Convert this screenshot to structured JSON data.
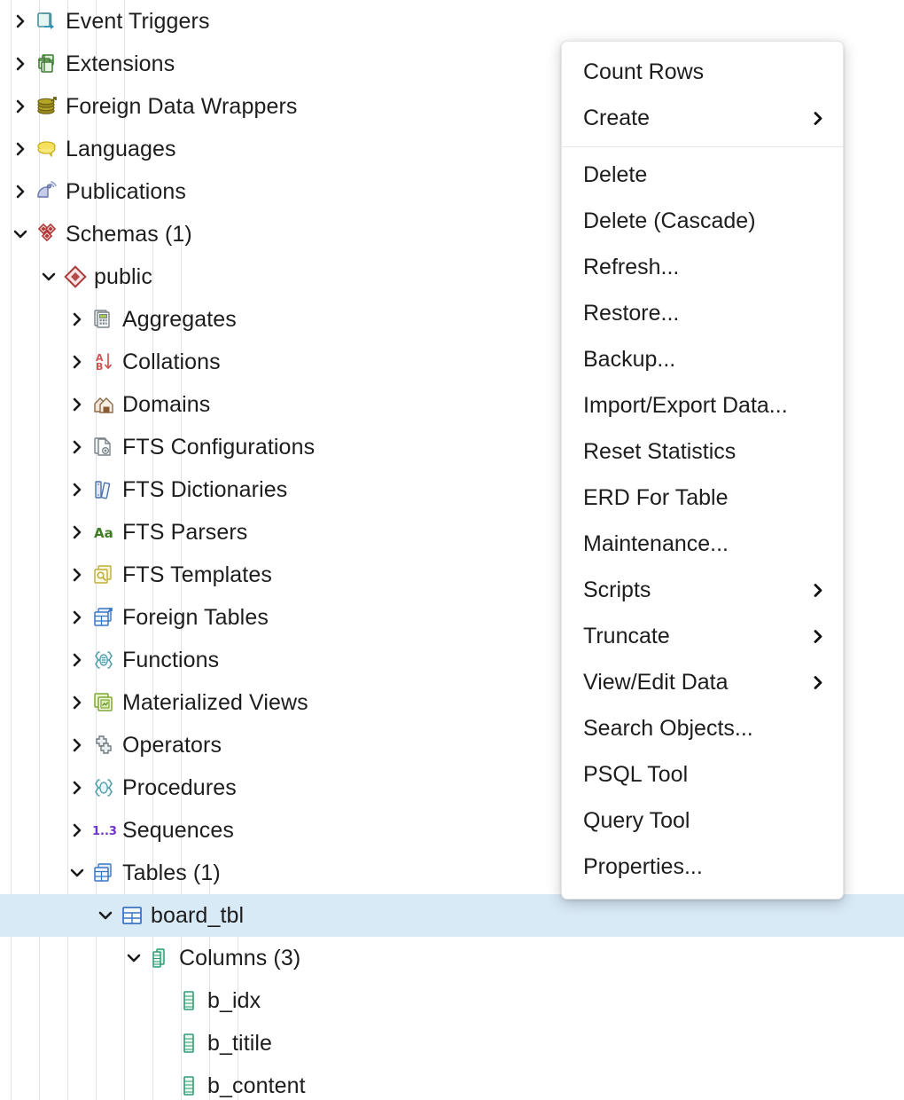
{
  "tree": {
    "indent_guides_x": [
      12,
      44,
      76,
      108,
      140,
      172,
      204,
      236,
      268
    ],
    "selected_row_color": "#d9eaf7",
    "rows": [
      {
        "label": "Event Triggers",
        "icon": "event-trigger-icon",
        "depth": 4,
        "state": "collapsed",
        "selected": false
      },
      {
        "label": "Extensions",
        "icon": "extension-icon",
        "depth": 4,
        "state": "collapsed",
        "selected": false
      },
      {
        "label": "Foreign Data Wrappers",
        "icon": "foreign-data-wrapper-icon",
        "depth": 4,
        "state": "collapsed",
        "selected": false
      },
      {
        "label": "Languages",
        "icon": "language-icon",
        "depth": 4,
        "state": "collapsed",
        "selected": false
      },
      {
        "label": "Publications",
        "icon": "publication-icon",
        "depth": 4,
        "state": "collapsed",
        "selected": false
      },
      {
        "label": "Schemas (1)",
        "icon": "schemas-icon",
        "depth": 4,
        "state": "expanded",
        "selected": false
      },
      {
        "label": "public",
        "icon": "schema-icon",
        "depth": 5,
        "state": "expanded",
        "selected": false
      },
      {
        "label": "Aggregates",
        "icon": "aggregate-icon",
        "depth": 6,
        "state": "collapsed",
        "selected": false
      },
      {
        "label": "Collations",
        "icon": "collation-icon",
        "depth": 6,
        "state": "collapsed",
        "selected": false
      },
      {
        "label": "Domains",
        "icon": "domain-icon",
        "depth": 6,
        "state": "collapsed",
        "selected": false
      },
      {
        "label": "FTS Configurations",
        "icon": "fts-configuration-icon",
        "depth": 6,
        "state": "collapsed",
        "selected": false
      },
      {
        "label": "FTS Dictionaries",
        "icon": "fts-dictionary-icon",
        "depth": 6,
        "state": "collapsed",
        "selected": false
      },
      {
        "label": "FTS Parsers",
        "icon": "fts-parser-icon",
        "depth": 6,
        "state": "collapsed",
        "selected": false
      },
      {
        "label": "FTS Templates",
        "icon": "fts-template-icon",
        "depth": 6,
        "state": "collapsed",
        "selected": false
      },
      {
        "label": "Foreign Tables",
        "icon": "foreign-table-icon",
        "depth": 6,
        "state": "collapsed",
        "selected": false
      },
      {
        "label": "Functions",
        "icon": "function-icon",
        "depth": 6,
        "state": "collapsed",
        "selected": false
      },
      {
        "label": "Materialized Views",
        "icon": "materialized-view-icon",
        "depth": 6,
        "state": "collapsed",
        "selected": false
      },
      {
        "label": "Operators",
        "icon": "operator-icon",
        "depth": 6,
        "state": "collapsed",
        "selected": false
      },
      {
        "label": "Procedures",
        "icon": "procedure-icon",
        "depth": 6,
        "state": "collapsed",
        "selected": false
      },
      {
        "label": "Sequences",
        "icon": "sequence-icon",
        "depth": 6,
        "state": "collapsed",
        "selected": false
      },
      {
        "label": "Tables (1)",
        "icon": "tables-icon",
        "depth": 6,
        "state": "expanded",
        "selected": false
      },
      {
        "label": "board_tbl",
        "icon": "table-icon",
        "depth": 7,
        "state": "expanded",
        "selected": true
      },
      {
        "label": "Columns (3)",
        "icon": "columns-icon",
        "depth": 8,
        "state": "expanded",
        "selected": false
      },
      {
        "label": "b_idx",
        "icon": "column-icon",
        "depth": 9,
        "state": "leaf",
        "selected": false
      },
      {
        "label": "b_titile",
        "icon": "column-icon",
        "depth": 9,
        "state": "leaf",
        "selected": false
      },
      {
        "label": "b_content",
        "icon": "column-icon",
        "depth": 9,
        "state": "leaf",
        "selected": false
      }
    ]
  },
  "context_menu": {
    "target": "board_tbl",
    "items": [
      {
        "label": "Count Rows",
        "submenu": false,
        "separator_after": false
      },
      {
        "label": "Create",
        "submenu": true,
        "separator_after": true
      },
      {
        "label": "Delete",
        "submenu": false,
        "separator_after": false
      },
      {
        "label": "Delete (Cascade)",
        "submenu": false,
        "separator_after": false
      },
      {
        "label": "Refresh...",
        "submenu": false,
        "separator_after": false
      },
      {
        "label": "Restore...",
        "submenu": false,
        "separator_after": false
      },
      {
        "label": "Backup...",
        "submenu": false,
        "separator_after": false
      },
      {
        "label": "Import/Export Data...",
        "submenu": false,
        "separator_after": false
      },
      {
        "label": "Reset Statistics",
        "submenu": false,
        "separator_after": false
      },
      {
        "label": "ERD For Table",
        "submenu": false,
        "separator_after": false
      },
      {
        "label": "Maintenance...",
        "submenu": false,
        "separator_after": false
      },
      {
        "label": "Scripts",
        "submenu": true,
        "separator_after": false
      },
      {
        "label": "Truncate",
        "submenu": true,
        "separator_after": false
      },
      {
        "label": "View/Edit Data",
        "submenu": true,
        "separator_after": false
      },
      {
        "label": "Search Objects...",
        "submenu": false,
        "separator_after": false
      },
      {
        "label": "PSQL Tool",
        "submenu": false,
        "separator_after": false
      },
      {
        "label": "Query Tool",
        "submenu": false,
        "separator_after": false
      },
      {
        "label": "Properties...",
        "submenu": false,
        "separator_after": false
      }
    ]
  }
}
